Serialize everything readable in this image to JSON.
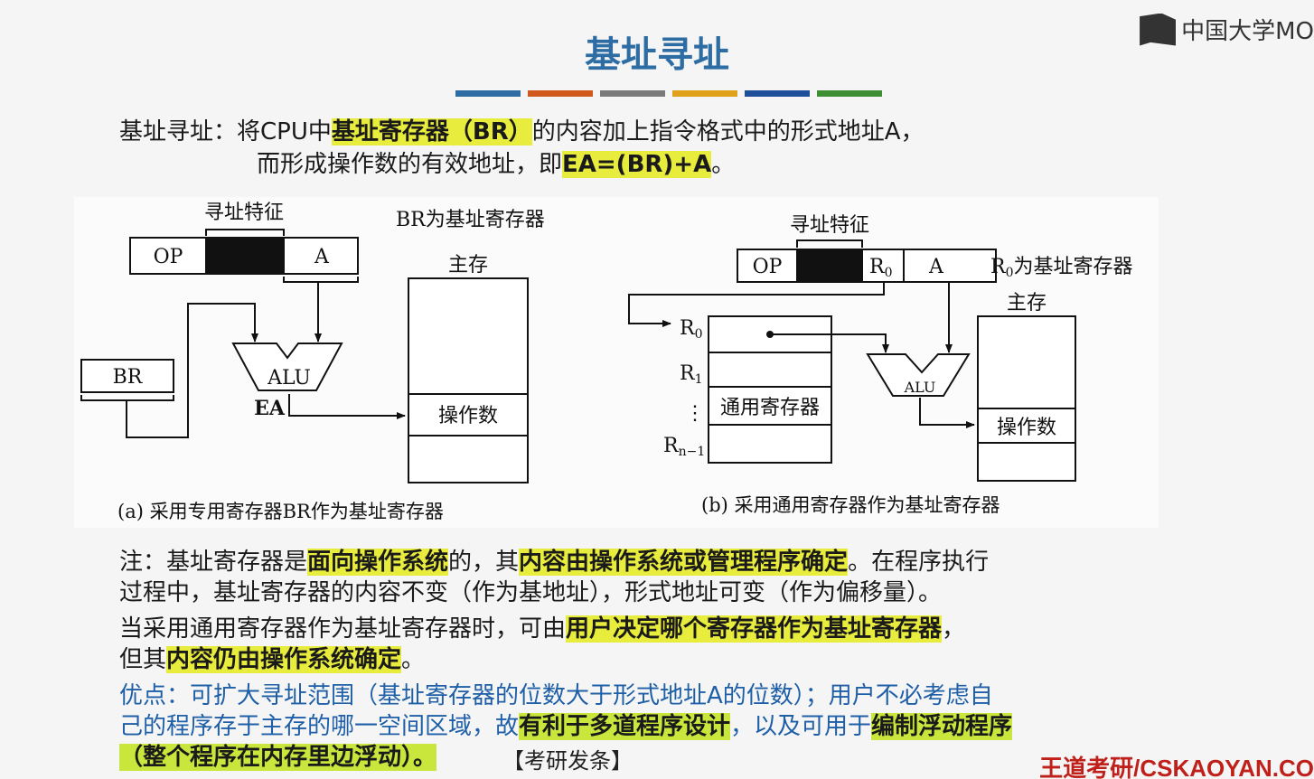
{
  "title": "基址寻址",
  "logo": {
    "text": "中国大学MO"
  },
  "color_bar": [
    "#2e6da4",
    "#d05a1e",
    "#7a7a7a",
    "#e0a21a",
    "#1f4f9a",
    "#3e8e34"
  ],
  "definition": {
    "p1": "基址寻址：将CPU中",
    "hl1": "基址寄存器（BR）",
    "p2": "的内容加上指令格式中的形式地址A，",
    "p3": "而形成操作数的有效地址，即",
    "hl2": "EA=(BR)+A",
    "p4": "。"
  },
  "diagram_a": {
    "feature_label": "寻址特征",
    "op": "OP",
    "a": "A",
    "br_note": "BR为基址寄存器",
    "memory_label": "主存",
    "br": "BR",
    "alu": "ALU",
    "ea": "EA",
    "operand": "操作数",
    "caption": "(a) 采用专用寄存器BR作为基址寄存器"
  },
  "diagram_b": {
    "feature_label": "寻址特征",
    "op": "OP",
    "r0_field": "R",
    "r0_sub": "0",
    "a": "A",
    "r0_note_r": "R",
    "r0_note_sub": "0",
    "r0_note_rest": "为基址寄存器",
    "memory_label": "主存",
    "reg_r0": "R",
    "reg_r0_sub": "0",
    "reg_r1": "R",
    "reg_r1_sub": "1",
    "reg_dots": "⋮",
    "reg_rn": "R",
    "reg_rn_sub": "n−1",
    "gpr_label": "通用寄存器",
    "alu": "ALU",
    "operand": "操作数",
    "caption": "(b) 采用通用寄存器作为基址寄存器"
  },
  "note": {
    "l1a": "注：基址寄存器是",
    "l1hl1": "面向操作系统",
    "l1b": "的，其",
    "l1hl2": "内容由操作系统或管理程序确定",
    "l1c": "。在程序执行",
    "l2": "过程中，基址寄存器的内容不变（作为基地址），形式地址可变（作为偏移量）。",
    "l3a": "当采用通用寄存器作为基址寄存器时，可由",
    "l3hl": "用户决定哪个寄存器作为基址寄存器",
    "l3b": "，",
    "l4a": "但其",
    "l4hl": "内容仍由操作系统确定",
    "l4b": "。"
  },
  "advantage": {
    "l1": "优点：可扩大寻址范围（基址寄存器的位数大于形式地址A的位数）；用户不必考虑自",
    "l2a": "己的程序存于主存的哪一空间区域，故",
    "l2hl1": "有利于多道程序设计",
    "l2b": "，以及可用于",
    "l2hl2": "编制浮动程序",
    "l3": "（整个程序在内存里边浮动）。"
  },
  "overlay": "考研发条",
  "footer_brand": "王道考研/CSKAOYAN.CO"
}
